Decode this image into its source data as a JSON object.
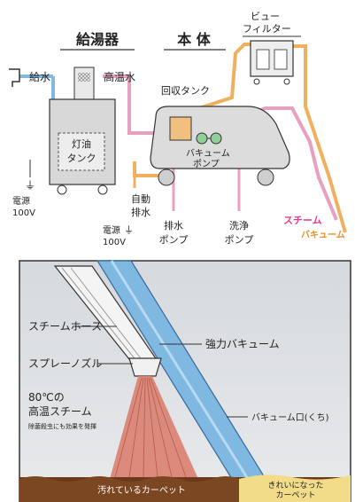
{
  "top": {
    "heading_water_heater": "給湯器",
    "heading_main_unit": "本 体",
    "label_view": "ビュー",
    "label_filter": "フィルター",
    "label_water_supply": "給水",
    "label_hot_water": "高温水",
    "label_recovery_tank": "回収タンク",
    "label_kerosene": "灯油",
    "label_tank": "タンク",
    "label_vacuum": "バキューム",
    "label_pump": "ポンプ",
    "label_power": "電源",
    "label_100v": "100V",
    "label_auto": "自動",
    "label_drain": "排水",
    "label_drain_pump_1": "排水",
    "label_drain_pump_2": "ポンプ",
    "label_wash_pump_1": "洗浄",
    "label_wash_pump_2": "ポンプ",
    "label_steam": "スチーム",
    "label_vacuum_orange": "バキューム"
  },
  "bottom": {
    "label_steam_hose": "スチームホース",
    "label_spray_nozzle": "スプレーノズル",
    "label_strong_vacuum": "強力バキューム",
    "label_temp": "80℃の",
    "label_hot_steam": "高温スチーム",
    "label_sterilize": "除菌殺虫にも効果を発揮",
    "label_vacuum_mouth": "バキューム口(くち)",
    "label_dirty_carpet": "汚れているカーペット",
    "label_clean_carpet_1": "きれいになった",
    "label_clean_carpet_2": "カーペット"
  },
  "colors": {
    "pink_pipe": "#e8a0c0",
    "orange_pipe": "#f0b060",
    "blue_water": "#7fb8e0",
    "steam_red": "#d98070",
    "carpet_brown": "#6a3a1a",
    "clean_carpet": "#f2dc8a"
  }
}
